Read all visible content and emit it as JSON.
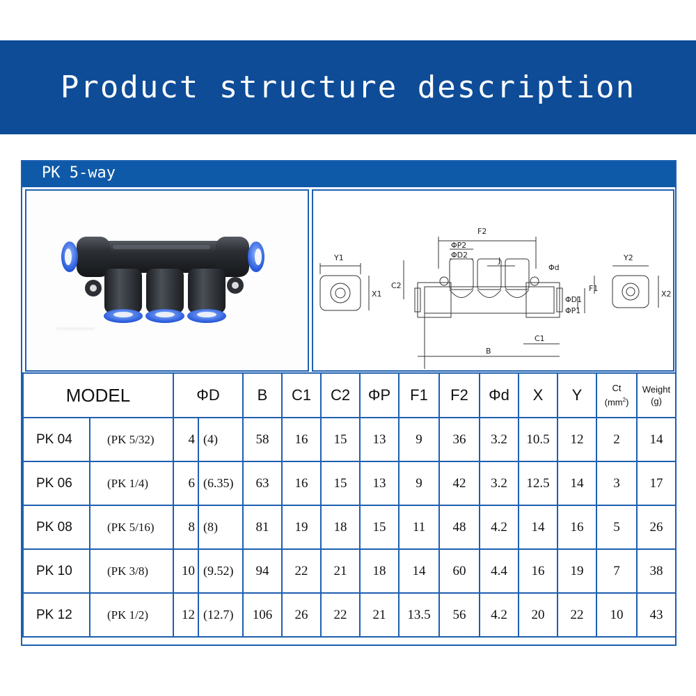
{
  "banner": {
    "title": "Product structure description"
  },
  "panel": {
    "title": "PK 5-way"
  },
  "drawing": {
    "labels": {
      "F2": "F2",
      "P2": "ΦP2",
      "D2": "ΦD2",
      "J": "J",
      "d": "Φd",
      "Y1": "Y1",
      "C2": "C2",
      "X1": "X1",
      "F1": "F1",
      "D1": "ΦD1",
      "P1": "ΦP1",
      "Y2": "Y2",
      "X2": "X2",
      "C1": "C1",
      "B": "B"
    }
  },
  "table": {
    "headers": {
      "model": "MODEL",
      "d": "ΦD",
      "b": "B",
      "c1": "C1",
      "c2": "C2",
      "p": "ΦP",
      "f1": "F1",
      "f2": "F2",
      "dd": "Φd",
      "x": "X",
      "y": "Y",
      "ct_top": "Ct",
      "ct_unit": "(mm",
      "ct_sup": "2",
      "ct_close": ")",
      "weight_top": "Weight",
      "weight_unit": "(g)"
    },
    "rows": [
      {
        "model": "PK 04",
        "imperial": "(PK 5/32)",
        "d_mm": "4",
        "d_in": "(4)",
        "b": "58",
        "c1": "16",
        "c2": "15",
        "p": "13",
        "f1": "9",
        "f2": "36",
        "dd": "3.2",
        "x": "10.5",
        "y": "12",
        "ct": "2",
        "weight": "14"
      },
      {
        "model": "PK 06",
        "imperial": "(PK 1/4)",
        "d_mm": "6",
        "d_in": "(6.35)",
        "b": "63",
        "c1": "16",
        "c2": "15",
        "p": "13",
        "f1": "9",
        "f2": "42",
        "dd": "3.2",
        "x": "12.5",
        "y": "14",
        "ct": "3",
        "weight": "17"
      },
      {
        "model": "PK 08",
        "imperial": "(PK 5/16)",
        "d_mm": "8",
        "d_in": "(8)",
        "b": "81",
        "c1": "19",
        "c2": "18",
        "p": "15",
        "f1": "11",
        "f2": "48",
        "dd": "4.2",
        "x": "14",
        "y": "16",
        "ct": "5",
        "weight": "26"
      },
      {
        "model": "PK 10",
        "imperial": "(PK 3/8)",
        "d_mm": "10",
        "d_in": "(9.52)",
        "b": "94",
        "c1": "22",
        "c2": "21",
        "p": "18",
        "f1": "14",
        "f2": "60",
        "dd": "4.4",
        "x": "16",
        "y": "19",
        "ct": "7",
        "weight": "38"
      },
      {
        "model": "PK 12",
        "imperial": "(PK 1/2)",
        "d_mm": "12",
        "d_in": "(12.7)",
        "b": "106",
        "c1": "26",
        "c2": "22",
        "p": "21",
        "f1": "13.5",
        "f2": "56",
        "dd": "4.2",
        "x": "20",
        "y": "22",
        "ct": "10",
        "weight": "43"
      }
    ]
  },
  "colors": {
    "banner": "#0e4c97",
    "border": "#1d5fb0",
    "fitting_body": "#2a2d32",
    "collet": "#2f6fe0"
  }
}
